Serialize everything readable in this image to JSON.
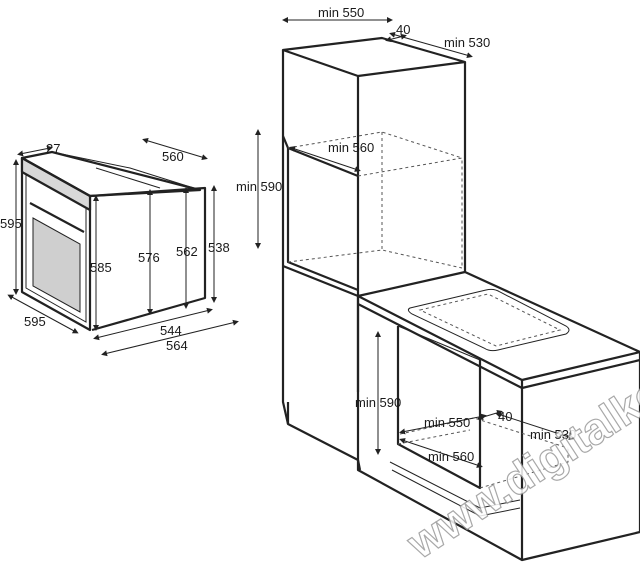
{
  "oven": {
    "dim_27": "27",
    "dim_560": "560",
    "dim_595_height": "595",
    "dim_585": "585",
    "dim_576": "576",
    "dim_562": "562",
    "dim_538": "538",
    "dim_595_width": "595",
    "dim_544": "544",
    "dim_564": "564"
  },
  "tall_cabinet": {
    "min_550": "min 550",
    "dim_40": "40",
    "min_530": "min 530",
    "min_560": "min 560",
    "min_590": "min 590"
  },
  "base_cabinet": {
    "min_590": "min 590",
    "min_550": "min 550",
    "dim_40": "40",
    "min_530": "min 530",
    "min_560": "min 560"
  },
  "watermark": "www.digitalko.hu"
}
